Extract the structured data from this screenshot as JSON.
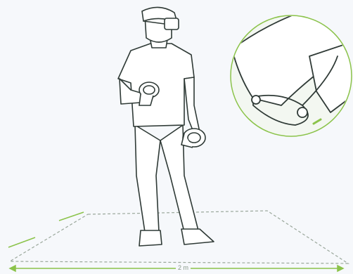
{
  "illustration": {
    "subject": "person-wearing-vr-headset-with-controllers",
    "inset": "controller-wrist-strap-closeup",
    "colors": {
      "background": "#f6f8fb",
      "line": "#2f3a36",
      "accent": "#8bc34a",
      "boundary": "#9aa79b"
    }
  },
  "dimension_label": "2 m"
}
